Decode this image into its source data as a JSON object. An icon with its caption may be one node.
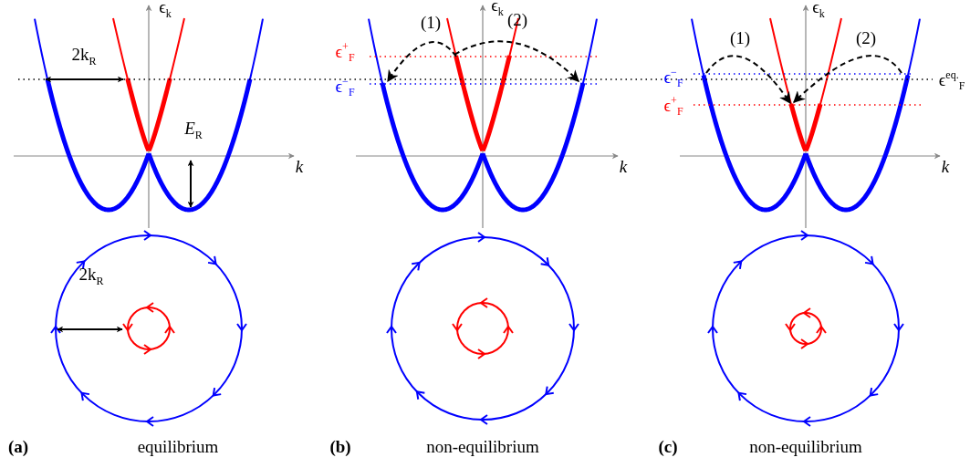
{
  "diagram": {
    "labels": [
      "ϵ$_{k}$",
      "2k$_{R}$",
      "*E*$_{R}$",
      "k",
      "2k$_{R}$",
      "(a)",
      "equilibrium",
      "ϵ$_{k}$",
      "(1)",
      "(2)",
      "ϵ$^{+}$$_{F}$",
      "ϵ$^{−}$$_{F}$",
      "k",
      "(b)",
      "non-equilibrium",
      "ϵ$_{k}$",
      "(1)",
      "(2)",
      "ϵ$^{−}$$_{F}$",
      "ϵ$^{eq.}$$_{F}$",
      "ϵ$^{+}$$_{F}$",
      "k",
      "(c)",
      "non-equilibrium"
    ]
  }
}
